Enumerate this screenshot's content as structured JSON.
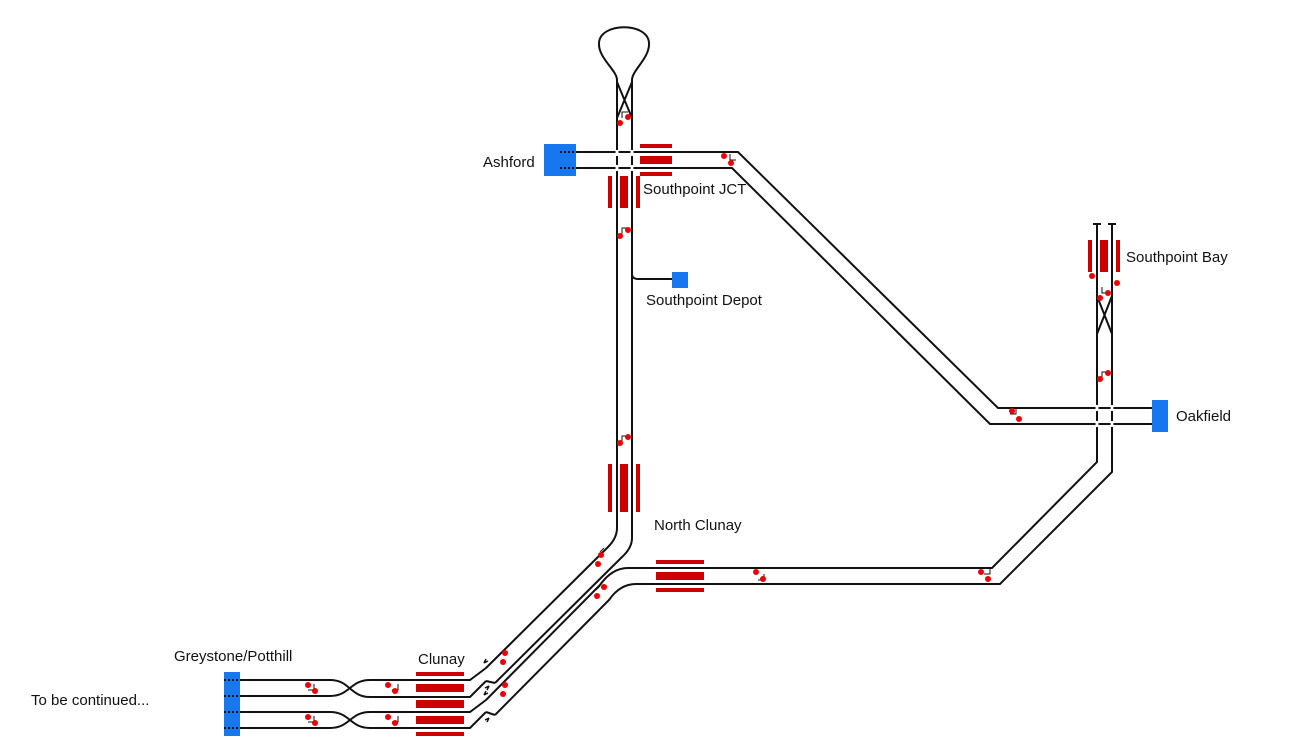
{
  "colors": {
    "track": "#111111",
    "platform": "#cc0000",
    "signal": "#ee0000",
    "exit": "#1677ee",
    "background": "#ffffff"
  },
  "labels": {
    "ashford": "Ashford",
    "southpoint_jct": "Southpoint JCT",
    "southpoint_depot": "Southpoint Depot",
    "southpoint_bay": "Southpoint Bay",
    "oakfield": "Oakfield",
    "north_clunay": "North Clunay",
    "greystone_potthill": "Greystone/Potthill",
    "clunay": "Clunay",
    "to_be_continued": "To be continued..."
  },
  "icons": {
    "exit_marker": "blue-square-exit-icon",
    "signal": "red-dot-signal-icon",
    "platform": "red-bar-platform-icon"
  }
}
